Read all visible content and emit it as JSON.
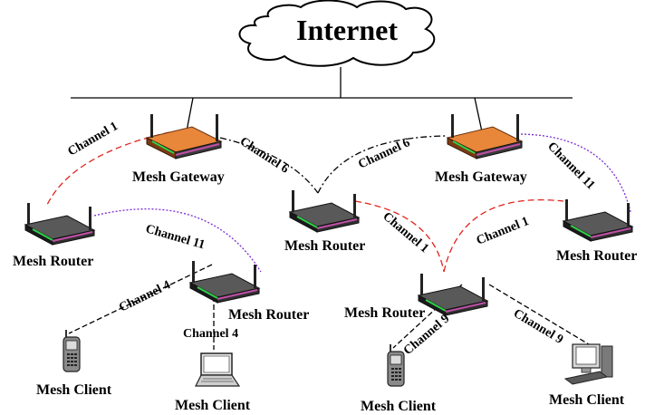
{
  "cloud": {
    "label": "Internet"
  },
  "nodes": {
    "gateway_1": "Mesh Gateway",
    "gateway_2": "Mesh Gateway",
    "router_left": "Mesh Router",
    "router_center": "Mesh Router",
    "router_right": "Mesh Router",
    "router_mid_left": "Mesh Router",
    "router_mid_right": "Mesh Router",
    "client_phone_left": "Mesh Client",
    "client_laptop": "Mesh Client",
    "client_phone_right": "Mesh Client",
    "client_desktop": "Mesh Client"
  },
  "channels": {
    "gw1_router_left": "Channel 1",
    "gw1_router_center": "Channel 6",
    "gw2_router_center": "Channel 6",
    "gw2_router_right": "Channel 11",
    "router_left_mid_left": "Channel 11",
    "router_center_mid_right": "Channel 1",
    "mid_right_router_right": "Channel 1",
    "mid_left_phone": "Channel 4",
    "mid_left_laptop": "Channel 4",
    "mid_right_phone": "Channel 9",
    "mid_right_desktop": "Channel 9"
  },
  "colors": {
    "channel_1": "#e0231b",
    "channel_6": "#000000",
    "channel_11": "#7b2bd6",
    "client_link": "#000000",
    "gateway_body": "#e8863a",
    "router_body": "#2b2b2b",
    "accent": "#c04fa8"
  }
}
